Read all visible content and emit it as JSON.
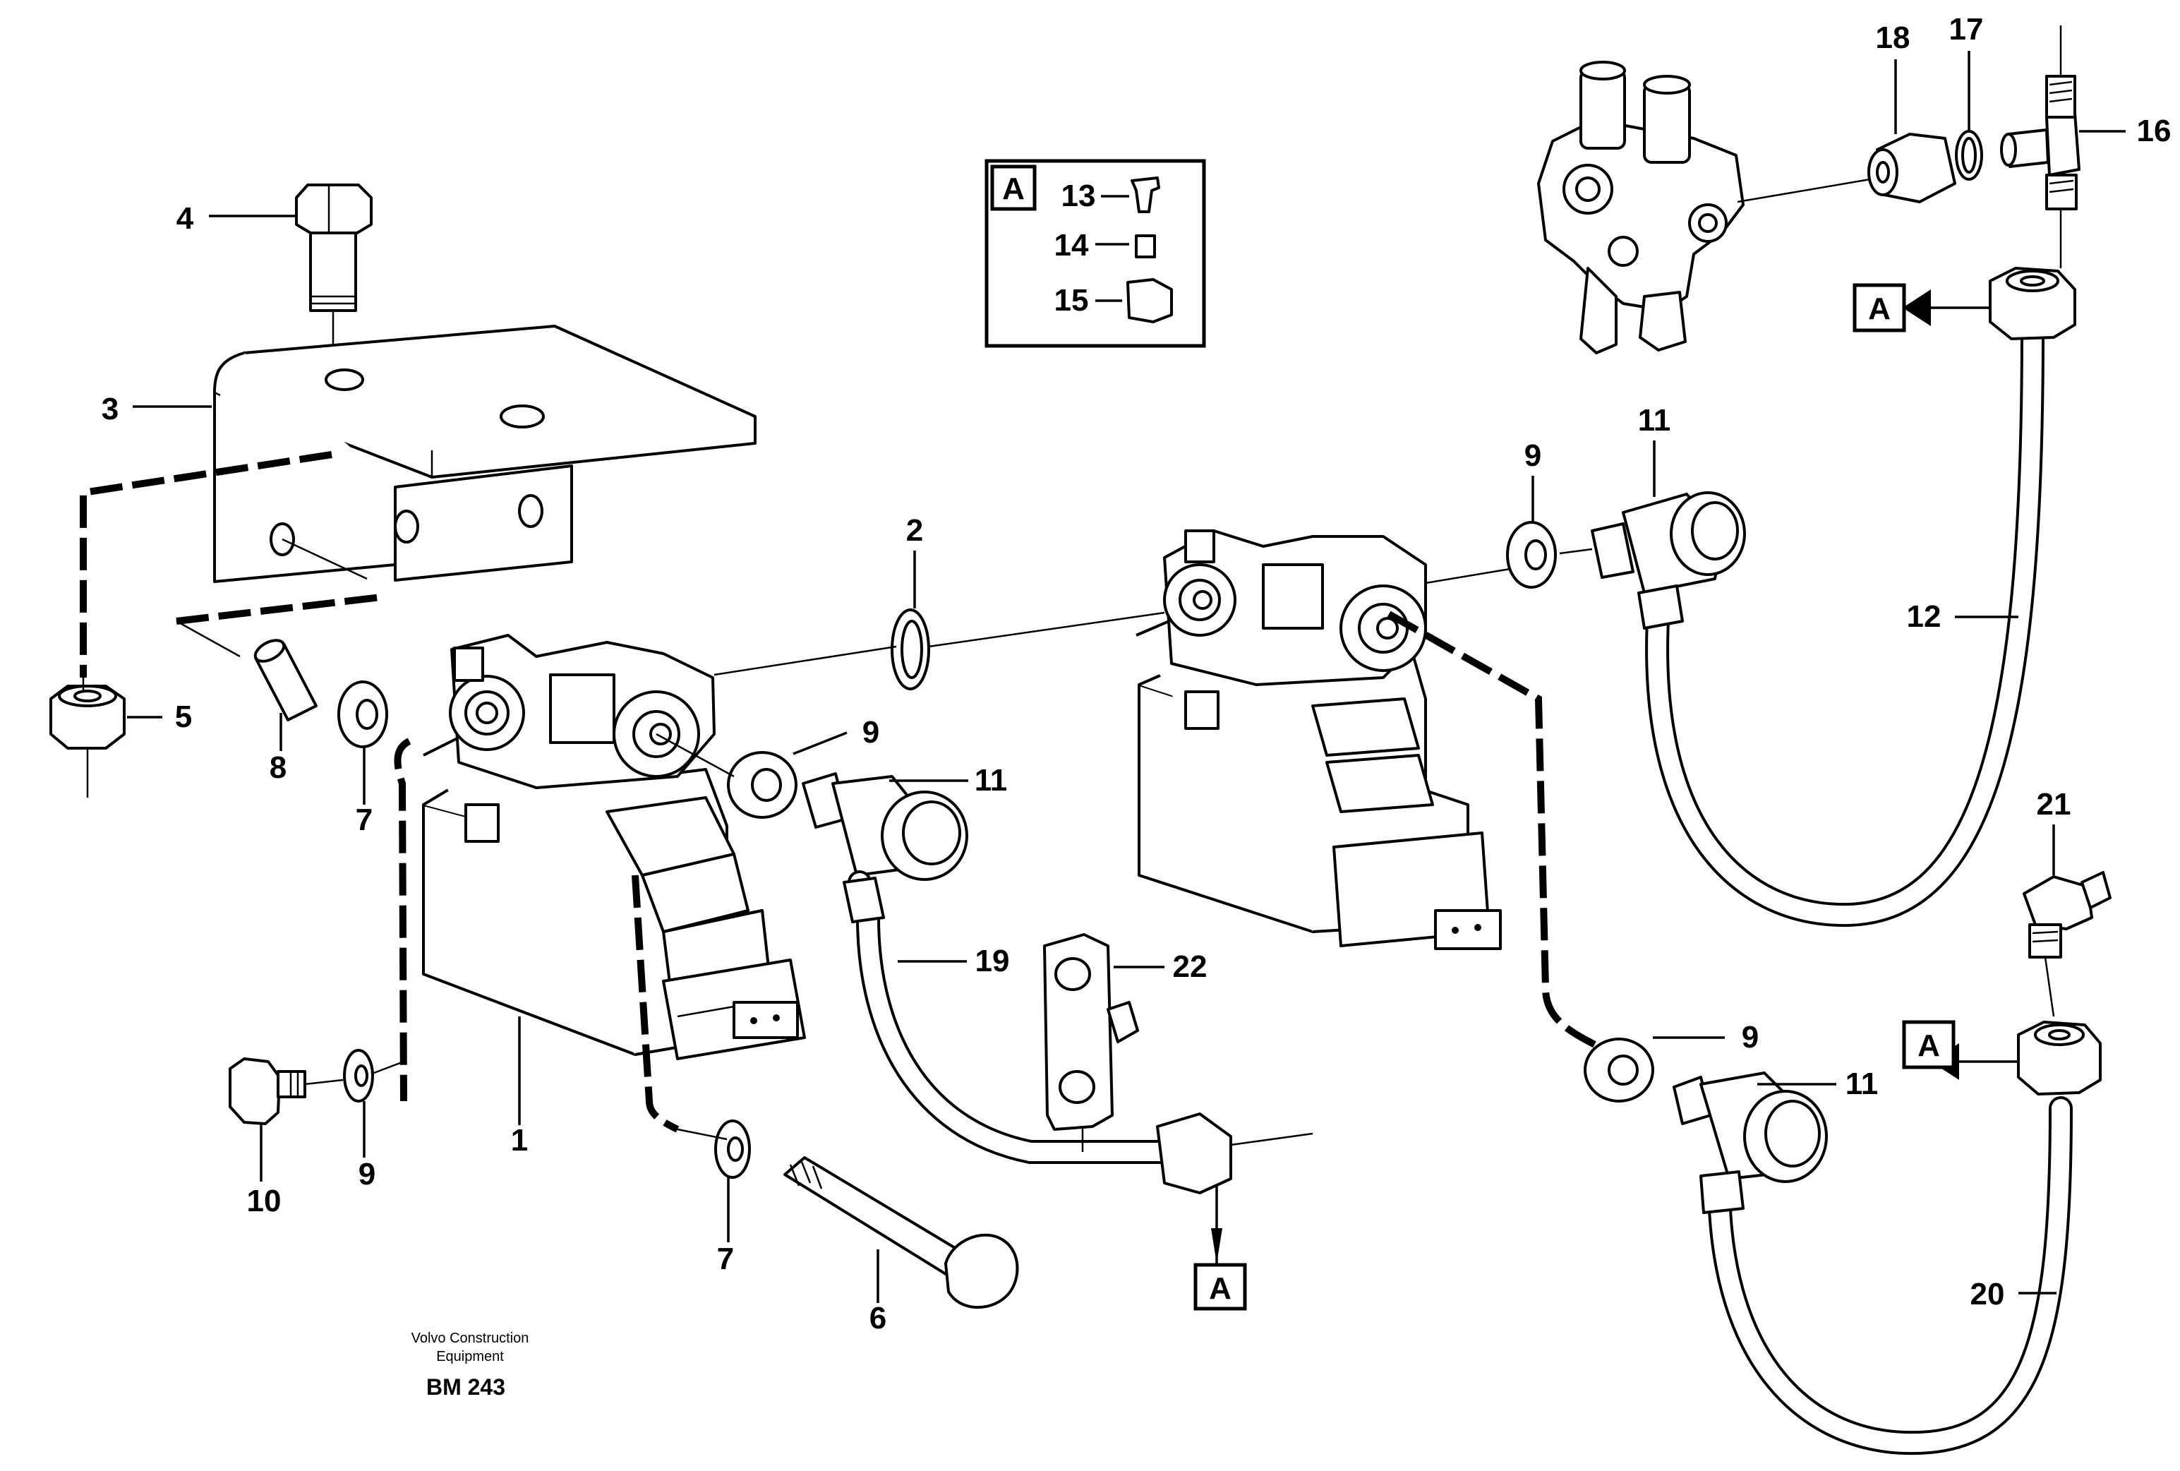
{
  "labels": {
    "p1": "1",
    "p2": "2",
    "p3": "3",
    "p4": "4",
    "p5": "5",
    "p6": "6",
    "p7a": "7",
    "p7b": "7",
    "p8": "8",
    "p9a": "9",
    "p9b": "9",
    "p9c": "9",
    "p9d": "9",
    "p10": "10",
    "p11a": "11",
    "p11b": "11",
    "p11c": "11",
    "p12": "12",
    "p13": "13",
    "p14": "14",
    "p15": "15",
    "p16": "16",
    "p17": "17",
    "p18": "18",
    "p19": "19",
    "p20": "20",
    "p21": "21",
    "p22": "22"
  },
  "detail_marker": "A",
  "footer": {
    "line1": "Volvo Construction",
    "line2": "Equipment",
    "code": "BM 243"
  }
}
